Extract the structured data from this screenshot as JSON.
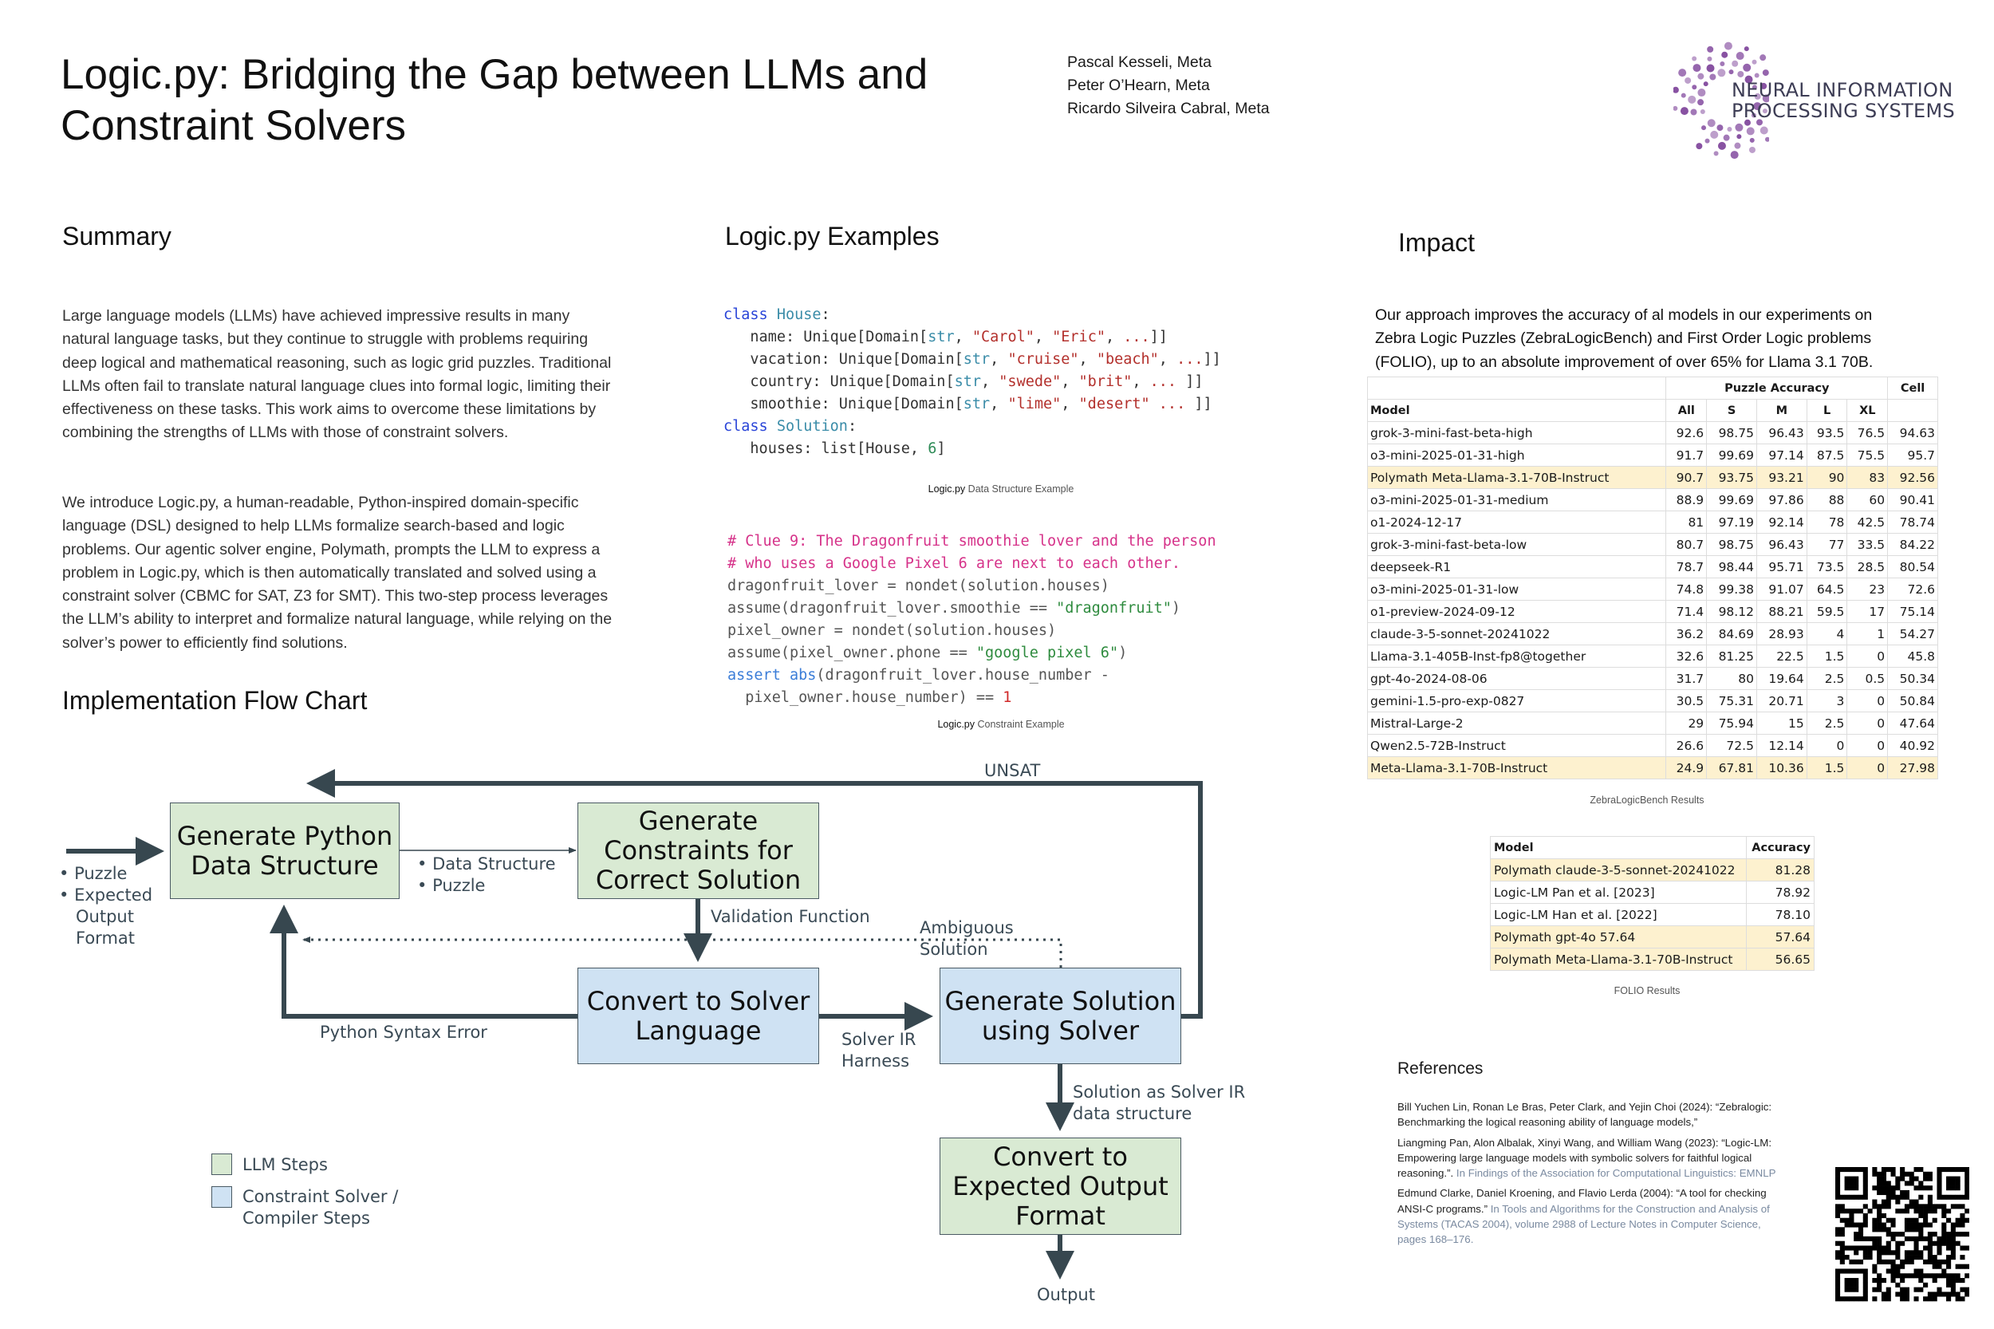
{
  "title": "Logic.py: Bridging the Gap between LLMs and Constraint Solvers",
  "authors": [
    "Pascal Kesseli, Meta",
    "Peter O’Hearn, Meta",
    "Ricardo Silveira Cabral, Meta"
  ],
  "logo": {
    "line1": "NEURAL INFORMATION",
    "line2": "PROCESSING SYSTEMS",
    "color": "#7b3f98"
  },
  "summary": {
    "heading": "Summary",
    "p1": "Large language models (LLMs) have achieved impressive results in many natural language tasks, but they continue to struggle with problems requiring deep logical and mathematical reasoning, such as logic grid puzzles. Traditional LLMs often fail to translate natural language clues into formal logic, limiting their effectiveness on these tasks. This work aims to overcome these limitations by combining the strengths of LLMs with those of constraint solvers.",
    "p2": "We introduce Logic.py, a human-readable, Python-inspired domain-specific language (DSL) designed to help LLMs formalize search-based and logic problems. Our agentic solver engine, Polymath, prompts the LLM to express a problem in Logic.py, which is then automatically translated and solved using a constraint solver (CBMC for SAT, Z3 for SMT). This two-step process leverages the LLM’s ability to interpret and formalize natural language, while relying on the solver’s power to efficiently find solutions."
  },
  "examples": {
    "heading": "Logic.py Examples",
    "code1": [
      [
        [
          "class ",
          "kw"
        ],
        [
          "House",
          "cls"
        ],
        [
          ":",
          ""
        ]
      ],
      [
        [
          "   name: Unique[Domain[",
          ""
        ],
        [
          "str",
          "ty"
        ],
        [
          ", ",
          ""
        ],
        [
          "\"Carol\"",
          "s"
        ],
        [
          ", ",
          ""
        ],
        [
          "\"Eric\"",
          "s"
        ],
        [
          ", ",
          ""
        ],
        [
          "...",
          "s"
        ],
        [
          "]]",
          ""
        ]
      ],
      [
        [
          "   vacation: Unique[Domain[",
          ""
        ],
        [
          "str",
          "ty"
        ],
        [
          ", ",
          ""
        ],
        [
          "\"cruise\"",
          "s"
        ],
        [
          ", ",
          ""
        ],
        [
          "\"beach\"",
          "s"
        ],
        [
          ", ",
          ""
        ],
        [
          "...",
          "s"
        ],
        [
          "]]",
          ""
        ]
      ],
      [
        [
          "   country: Unique[Domain[",
          ""
        ],
        [
          "str",
          "ty"
        ],
        [
          ", ",
          ""
        ],
        [
          "\"swede\"",
          "s"
        ],
        [
          ", ",
          ""
        ],
        [
          "\"brit\"",
          "s"
        ],
        [
          ", ",
          ""
        ],
        [
          "...",
          "s"
        ],
        [
          " ]]",
          ""
        ]
      ],
      [
        [
          "   smoothie: Unique[Domain[",
          ""
        ],
        [
          "str",
          "ty"
        ],
        [
          ", ",
          ""
        ],
        [
          "\"lime\"",
          "s"
        ],
        [
          ", ",
          ""
        ],
        [
          "\"desert\"",
          "s"
        ],
        [
          " ",
          ""
        ],
        [
          "...",
          "s"
        ],
        [
          " ]]",
          ""
        ]
      ],
      [
        [
          "class ",
          "kw"
        ],
        [
          "Solution",
          "cls"
        ],
        [
          ":",
          ""
        ]
      ],
      [
        [
          "   houses: list[House, ",
          ""
        ],
        [
          "6",
          "num"
        ],
        [
          "]",
          ""
        ]
      ]
    ],
    "caption1_bold": "Logic.py",
    "caption1": " Data Structure Example",
    "code2": [
      [
        [
          "# Clue 9: The Dragonfruit smoothie lover and the person",
          "cm"
        ]
      ],
      [
        [
          "# who uses a Google Pixel 6 are next to each other.",
          "cm"
        ]
      ],
      [
        [
          "dragonfruit_lover = nondet(solution.houses)",
          "g"
        ]
      ],
      [
        [
          "assume(dragonfruit_lover.smoothie == ",
          "g"
        ],
        [
          "\"dragonfruit\"",
          "gs"
        ],
        [
          ")",
          "g"
        ]
      ],
      [
        [
          "pixel_owner = nondet(solution.houses)",
          "g"
        ]
      ],
      [
        [
          "assume(pixel_owner.phone == ",
          "g"
        ],
        [
          "\"google pixel 6\"",
          "gs"
        ],
        [
          ")",
          "g"
        ]
      ],
      [
        [
          "assert ",
          "bk"
        ],
        [
          "abs",
          "bk"
        ],
        [
          "(dragonfruit_lover.house_number -",
          "g"
        ]
      ],
      [
        [
          "  pixel_owner.house_number) == ",
          "g"
        ],
        [
          "1",
          "rd"
        ]
      ]
    ],
    "caption2_bold": "Logic.py",
    "caption2": " Constraint Example"
  },
  "flow": {
    "heading": "Implementation Flow Chart",
    "box_python": "Generate Python Data Structure",
    "box_constraints": "Generate Constraints for Correct Solution",
    "box_convert_solver": "Convert to Solver Language",
    "box_generate_solution": "Generate Solution using Solver",
    "box_convert_output": "Convert to Expected Output Format",
    "input_items": [
      "Puzzle",
      "Expected Output Format"
    ],
    "ds_items": [
      "Data Structure",
      "Puzzle"
    ],
    "unsat": "UNSAT",
    "validation": "Validation Function",
    "ambiguous": "Ambiguous Solution",
    "syntax_error": "Python Syntax Error",
    "solver_ir": "Solver IR Harness",
    "solution_ir": "Solution as Solver IR data structure",
    "output": "Output",
    "legend_llm": "LLM Steps",
    "legend_solver": "Constraint Solver / Compiler Steps",
    "colors": {
      "llm": "#d9ead3",
      "solver": "#cfe2f3",
      "line": "#37474f"
    }
  },
  "impact": {
    "heading": "Impact",
    "text": "Our approach improves the accuracy of al models in our experiments on Zebra Logic Puzzles (ZebraLogicBench) and First Order Logic problems (FOLIO), up to an absolute improvement of over 65% for Llama 3.1 70B."
  },
  "zebra": {
    "group_header": "Puzzle Accuracy",
    "cell_header": "Cell",
    "columns": [
      "Model",
      "All",
      "S",
      "M",
      "L",
      "XL",
      ""
    ],
    "rows": [
      [
        "grok-3-mini-fast-beta-high",
        "92.6",
        "98.75",
        "96.43",
        "93.5",
        "76.5",
        "94.63",
        false
      ],
      [
        "o3-mini-2025-01-31-high",
        "91.7",
        "99.69",
        "97.14",
        "87.5",
        "75.5",
        "95.7",
        false
      ],
      [
        "Polymath Meta-Llama-3.1-70B-Instruct",
        "90.7",
        "93.75",
        "93.21",
        "90",
        "83",
        "92.56",
        true
      ],
      [
        "o3-mini-2025-01-31-medium",
        "88.9",
        "99.69",
        "97.86",
        "88",
        "60",
        "90.41",
        false
      ],
      [
        "o1-2024-12-17",
        "81",
        "97.19",
        "92.14",
        "78",
        "42.5",
        "78.74",
        false
      ],
      [
        "grok-3-mini-fast-beta-low",
        "80.7",
        "98.75",
        "96.43",
        "77",
        "33.5",
        "84.22",
        false
      ],
      [
        "deepseek-R1",
        "78.7",
        "98.44",
        "95.71",
        "73.5",
        "28.5",
        "80.54",
        false
      ],
      [
        "o3-mini-2025-01-31-low",
        "74.8",
        "99.38",
        "91.07",
        "64.5",
        "23",
        "72.6",
        false
      ],
      [
        "o1-preview-2024-09-12",
        "71.4",
        "98.12",
        "88.21",
        "59.5",
        "17",
        "75.14",
        false
      ],
      [
        "claude-3-5-sonnet-20241022",
        "36.2",
        "84.69",
        "28.93",
        "4",
        "1",
        "54.27",
        false
      ],
      [
        "Llama-3.1-405B-Inst-fp8@together",
        "32.6",
        "81.25",
        "22.5",
        "1.5",
        "0",
        "45.8",
        false
      ],
      [
        "gpt-4o-2024-08-06",
        "31.7",
        "80",
        "19.64",
        "2.5",
        "0.5",
        "50.34",
        false
      ],
      [
        "gemini-1.5-pro-exp-0827",
        "30.5",
        "75.31",
        "20.71",
        "3",
        "0",
        "50.84",
        false
      ],
      [
        "Mistral-Large-2",
        "29",
        "75.94",
        "15",
        "2.5",
        "0",
        "47.64",
        false
      ],
      [
        "Qwen2.5-72B-Instruct",
        "26.6",
        "72.5",
        "12.14",
        "0",
        "0",
        "40.92",
        false
      ],
      [
        "Meta-Llama-3.1-70B-Instruct",
        "24.9",
        "67.81",
        "10.36",
        "1.5",
        "0",
        "27.98",
        true
      ]
    ],
    "caption": "ZebraLogicBench Results"
  },
  "folio": {
    "columns": [
      "Model",
      "Accuracy"
    ],
    "rows": [
      [
        "Polymath claude-3-5-sonnet-20241022",
        "81.28",
        true
      ],
      [
        "Logic-LM Pan et al. [2023]",
        "78.92",
        false
      ],
      [
        "Logic-LM Han et al. [2022]",
        "78.10",
        false
      ],
      [
        "Polymath gpt-4o 57.64",
        "57.64",
        true
      ],
      [
        "Polymath Meta-Llama-3.1-70B-Instruct",
        "56.65",
        true
      ]
    ],
    "caption": "FOLIO Results"
  },
  "references": {
    "heading": "References",
    "items": [
      {
        "main": "Bill Yuchen Lin, Ronan Le Bras, Peter Clark, and Yejin Choi (2024): “Zebralogic: Benchmarking the logical reasoning ability of language models,”",
        "venue": ""
      },
      {
        "main": "Liangming Pan, Alon Albalak, Xinyi Wang, and William Wang (2023): “Logic-LM: Empowering large language models with symbolic solvers for faithful logical reasoning.”.",
        "venue": " In Findings of the Association for Computational Linguistics: EMNLP"
      },
      {
        "main": "Edmund Clarke, Daniel Kroening, and Flavio Lerda (2004): “A tool for checking ANSI-C programs.”",
        "venue": " In Tools and Algorithms for the Construction and Analysis of Systems (TACAS 2004), volume 2988 of Lecture Notes in Computer Science, pages 168–176."
      }
    ]
  }
}
